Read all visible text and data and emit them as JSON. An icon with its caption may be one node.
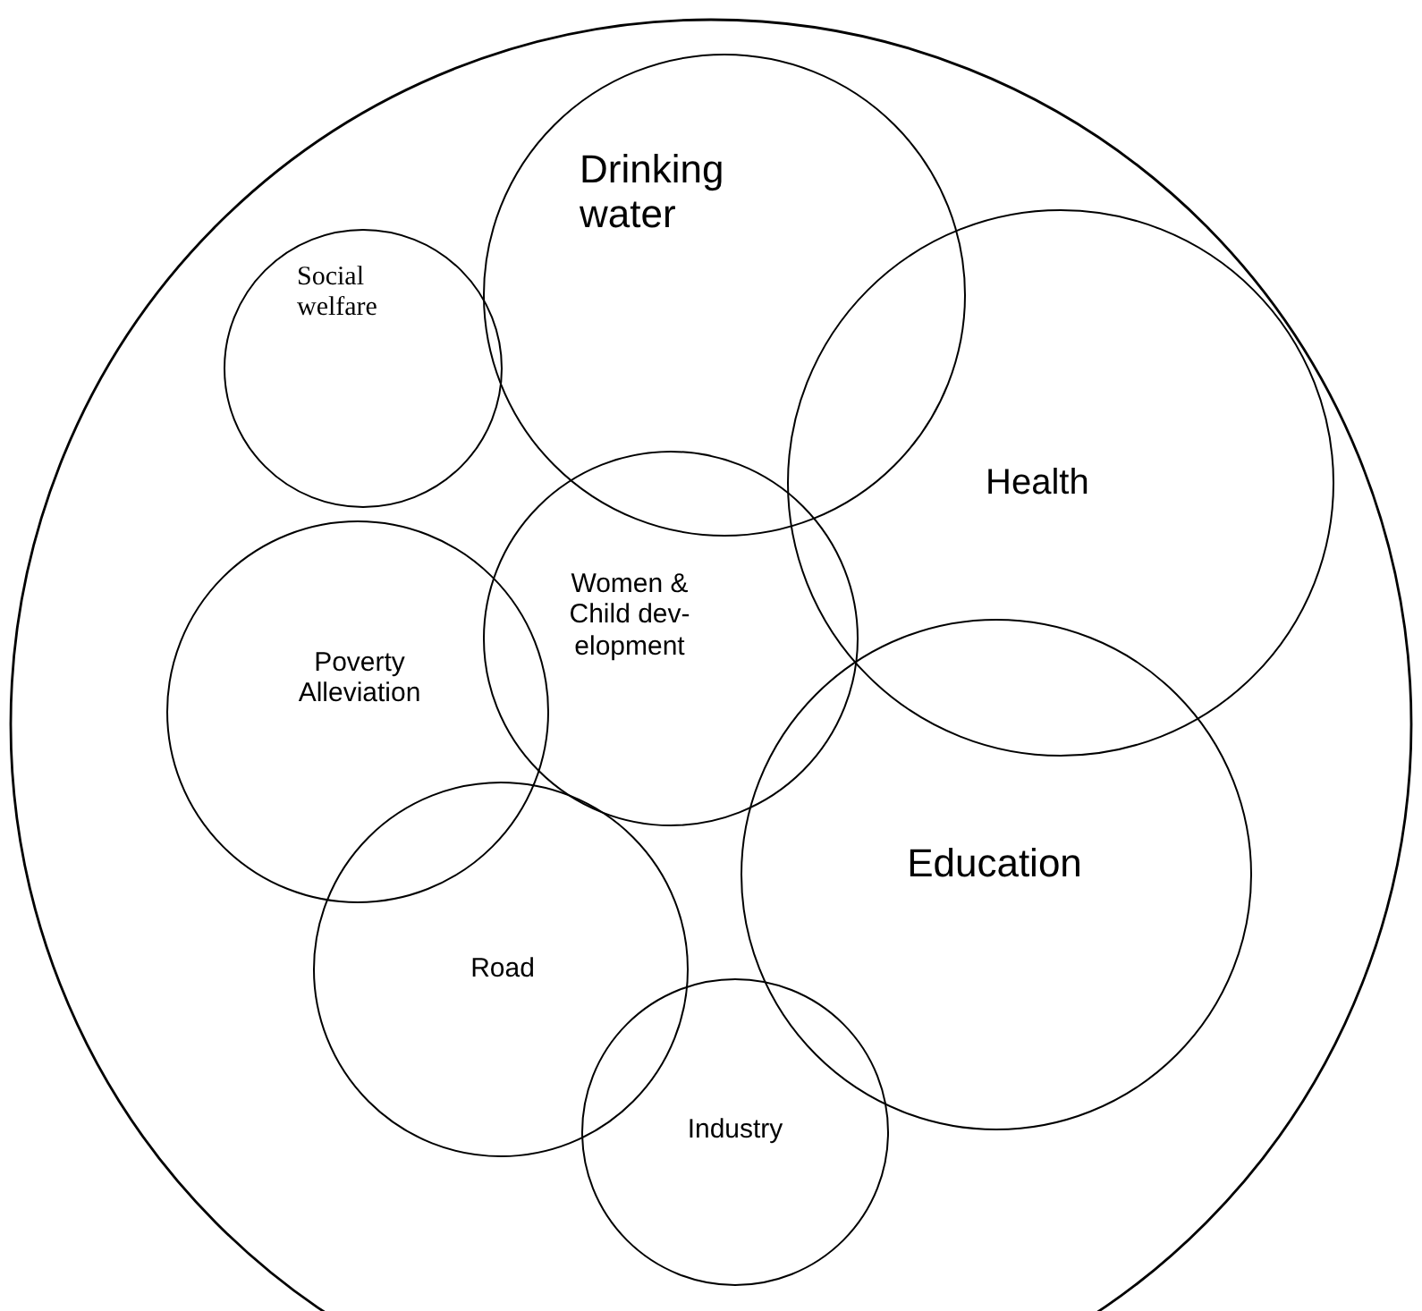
{
  "diagram": {
    "nodes": [
      {
        "text": [],
        "shape": "circle"
      },
      {
        "text": [
          "Drinking water"
        ],
        "in": 0
      },
      {
        "text": [
          "Social welfare"
        ],
        "in": 0
      },
      {
        "text": [
          "Health"
        ],
        "in": 0
      },
      {
        "text": [
          "Women & Child dev- elopment"
        ],
        "in": 0
      },
      {
        "text": [
          "Poverty Alleviation"
        ],
        "in": 0
      },
      {
        "text": [
          "Education"
        ],
        "in": 0
      },
      {
        "text": [
          "Road"
        ],
        "in": 0
      },
      {
        "text": [
          "Industry"
        ],
        "in": 0
      }
    ]
  }
}
